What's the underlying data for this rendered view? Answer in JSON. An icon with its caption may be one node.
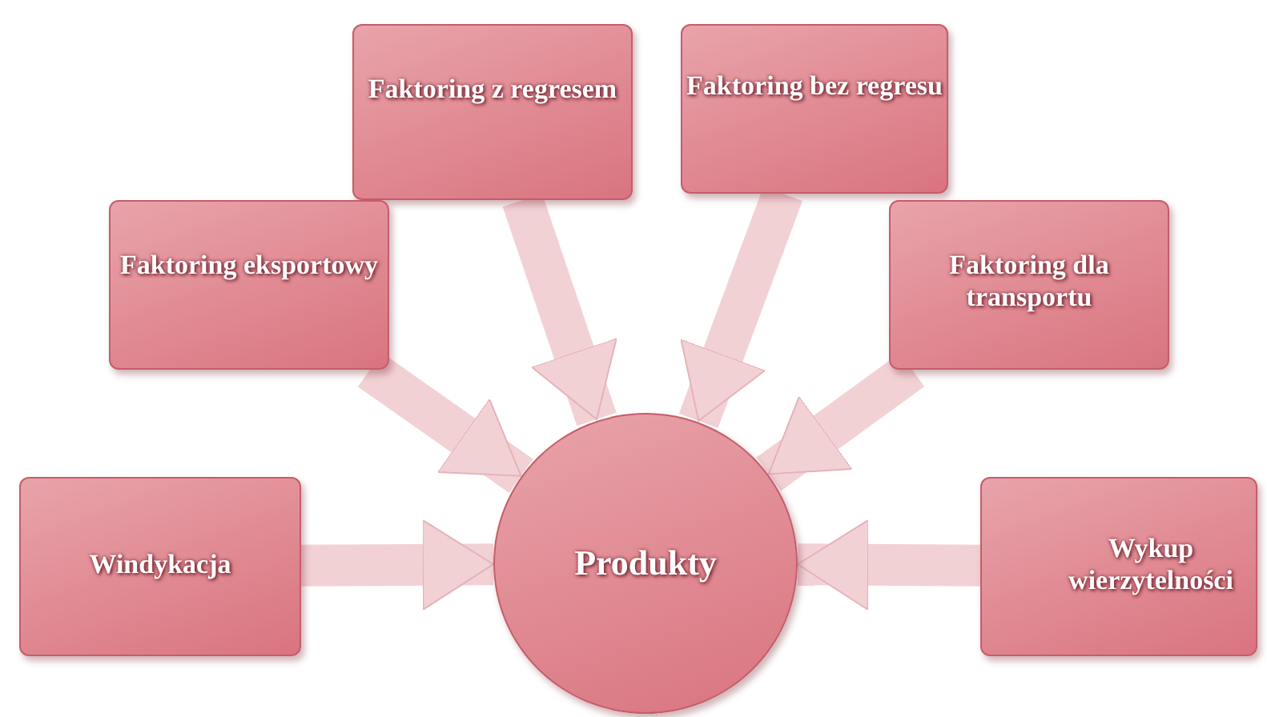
{
  "diagram": {
    "nodes": [
      {
        "text": [
          "Faktoring z regresem"
        ]
      },
      {
        "text": [
          "Faktoring bez regresu"
        ]
      },
      {
        "text": [
          "Faktoring eksportowy"
        ]
      },
      {
        "text": [
          "Faktoring dla transportu"
        ]
      },
      {
        "text": [
          "Windykacja"
        ]
      },
      {
        "text": [
          "Produkty"
        ]
      },
      {
        "text": [
          "Wykup wierzytelności"
        ]
      }
    ],
    "edges": [
      {
        "from": 0,
        "to": 5,
        "arrow": "to"
      },
      {
        "from": 1,
        "to": 5,
        "arrow": "to"
      },
      {
        "from": 2,
        "to": 5,
        "arrow": "to"
      },
      {
        "from": 3,
        "to": 5,
        "arrow": "to"
      },
      {
        "from": 4,
        "to": 5,
        "arrow": "to"
      },
      {
        "from": 6,
        "to": 5,
        "arrow": "to"
      }
    ]
  }
}
